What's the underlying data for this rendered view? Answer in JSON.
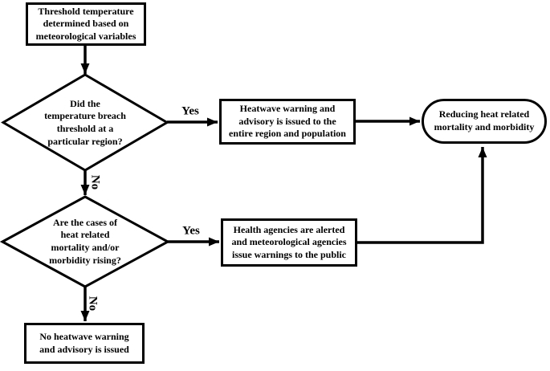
{
  "diagram": {
    "title": "heatwave-warning-flowchart",
    "background_color": "#ffffff",
    "line_color": "#000000",
    "nodes": {
      "start": {
        "shape": "rectangle",
        "text": "Threshold temperature\ndetermined based on\nmeteorological variables"
      },
      "decision1": {
        "shape": "diamond",
        "text": "Did the\ntemperature breach\nthreshold at a\nparticular region?"
      },
      "warning": {
        "shape": "rectangle",
        "text": "Heatwave warning and\nadvisory is issued to the\nentire region and population"
      },
      "outcome": {
        "shape": "stadium",
        "text": "Reducing heat related\nmortality and morbidity"
      },
      "decision2": {
        "shape": "diamond",
        "text": "Are the cases of\nheat related\nmortality and/or\nmorbidity rising?"
      },
      "alert": {
        "shape": "rectangle",
        "text": "Health agencies are alerted\nand meteorological agencies\nissue warnings to the public"
      },
      "no_warning": {
        "shape": "rectangle",
        "text": "No heatwave warning\nand advisory is issued"
      }
    },
    "edges": {
      "yes1": {
        "label": "Yes"
      },
      "no1": {
        "label": "No"
      },
      "yes2": {
        "label": "Yes"
      },
      "no2": {
        "label": "No"
      }
    }
  }
}
